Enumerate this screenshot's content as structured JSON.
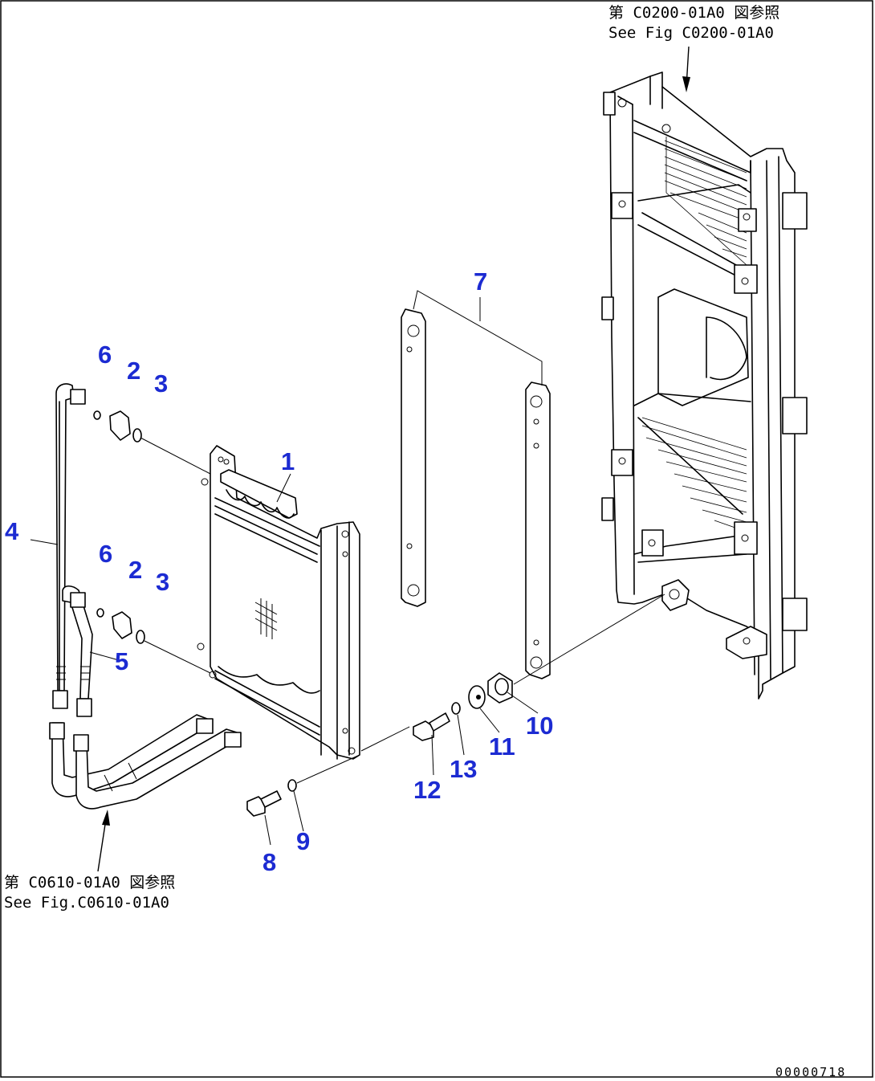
{
  "frame_border_color": "#000000",
  "label_color": "#1c2bd2",
  "references": {
    "top_right": {
      "line1": "第 C0200-01A0 図参照",
      "line2": "See Fig C0200-01A0"
    },
    "bottom_left": {
      "line1": "第 C0610-01A0 図参照",
      "line2": "See Fig.C0610-01A0"
    }
  },
  "drawing_number": "00000718",
  "part_labels": {
    "p1": "1",
    "p2a": "2",
    "p2b": "2",
    "p3a": "3",
    "p3b": "3",
    "p4": "4",
    "p5": "5",
    "p6a": "6",
    "p6b": "6",
    "p7": "7",
    "p8": "8",
    "p9": "9",
    "p10": "10",
    "p11": "11",
    "p12": "12",
    "p13": "13"
  }
}
